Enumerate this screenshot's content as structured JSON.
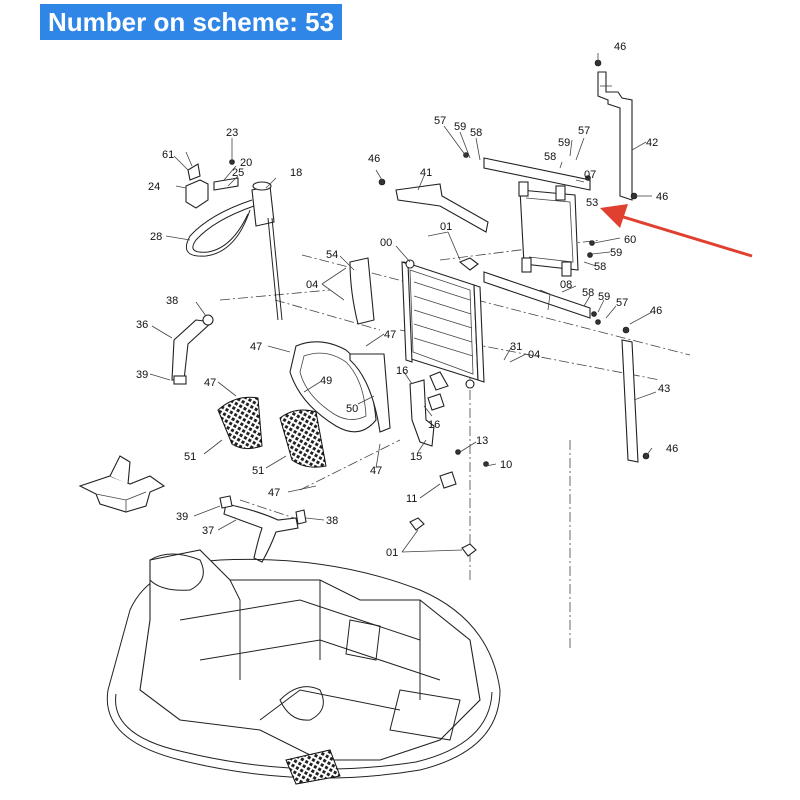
{
  "banner": {
    "text": "Number on scheme: 53"
  },
  "colors": {
    "banner_bg": "#2f86e6",
    "banner_text": "#ffffff",
    "arrow": "#e0402f"
  },
  "labels": [
    {
      "id": "l46a",
      "text": "46"
    },
    {
      "id": "l42",
      "text": "42"
    },
    {
      "id": "l46b",
      "text": "46"
    },
    {
      "id": "l57a",
      "text": "57"
    },
    {
      "id": "l59a",
      "text": "59"
    },
    {
      "id": "l58a",
      "text": "58"
    },
    {
      "id": "l59b",
      "text": "59"
    },
    {
      "id": "l57b",
      "text": "57"
    },
    {
      "id": "l58b",
      "text": "58"
    },
    {
      "id": "l07",
      "text": "07"
    },
    {
      "id": "l53",
      "text": "53"
    },
    {
      "id": "l60",
      "text": "60"
    },
    {
      "id": "l59c",
      "text": "59"
    },
    {
      "id": "l58c",
      "text": "58"
    },
    {
      "id": "l46c",
      "text": "46"
    },
    {
      "id": "l41",
      "text": "41"
    },
    {
      "id": "l23",
      "text": "23"
    },
    {
      "id": "l61",
      "text": "61"
    },
    {
      "id": "l20",
      "text": "20"
    },
    {
      "id": "l25",
      "text": "25"
    },
    {
      "id": "l18",
      "text": "18"
    },
    {
      "id": "l24",
      "text": "24"
    },
    {
      "id": "l28",
      "text": "28"
    },
    {
      "id": "l01a",
      "text": "01"
    },
    {
      "id": "l00",
      "text": "00"
    },
    {
      "id": "l54",
      "text": "54"
    },
    {
      "id": "l04a",
      "text": "04"
    },
    {
      "id": "l08",
      "text": "08"
    },
    {
      "id": "l58d",
      "text": "58"
    },
    {
      "id": "l59d",
      "text": "59"
    },
    {
      "id": "l57c",
      "text": "57"
    },
    {
      "id": "l46d",
      "text": "46"
    },
    {
      "id": "l38a",
      "text": "38"
    },
    {
      "id": "l36",
      "text": "36"
    },
    {
      "id": "l47a",
      "text": "47"
    },
    {
      "id": "l47b",
      "text": "47"
    },
    {
      "id": "l31",
      "text": "31"
    },
    {
      "id": "l04b",
      "text": "04"
    },
    {
      "id": "l39a",
      "text": "39"
    },
    {
      "id": "l47c",
      "text": "47"
    },
    {
      "id": "l49",
      "text": "49"
    },
    {
      "id": "l16a",
      "text": "16"
    },
    {
      "id": "l50",
      "text": "50"
    },
    {
      "id": "l16b",
      "text": "16"
    },
    {
      "id": "l43",
      "text": "43"
    },
    {
      "id": "l51a",
      "text": "51"
    },
    {
      "id": "l13",
      "text": "13"
    },
    {
      "id": "l46e",
      "text": "46"
    },
    {
      "id": "l15",
      "text": "15"
    },
    {
      "id": "l10",
      "text": "10"
    },
    {
      "id": "l51b",
      "text": "51"
    },
    {
      "id": "l47d",
      "text": "47"
    },
    {
      "id": "l47e",
      "text": "47"
    },
    {
      "id": "l11",
      "text": "11"
    },
    {
      "id": "l39b",
      "text": "39"
    },
    {
      "id": "l38b",
      "text": "38"
    },
    {
      "id": "l37",
      "text": "37"
    },
    {
      "id": "l01b",
      "text": "01"
    }
  ]
}
